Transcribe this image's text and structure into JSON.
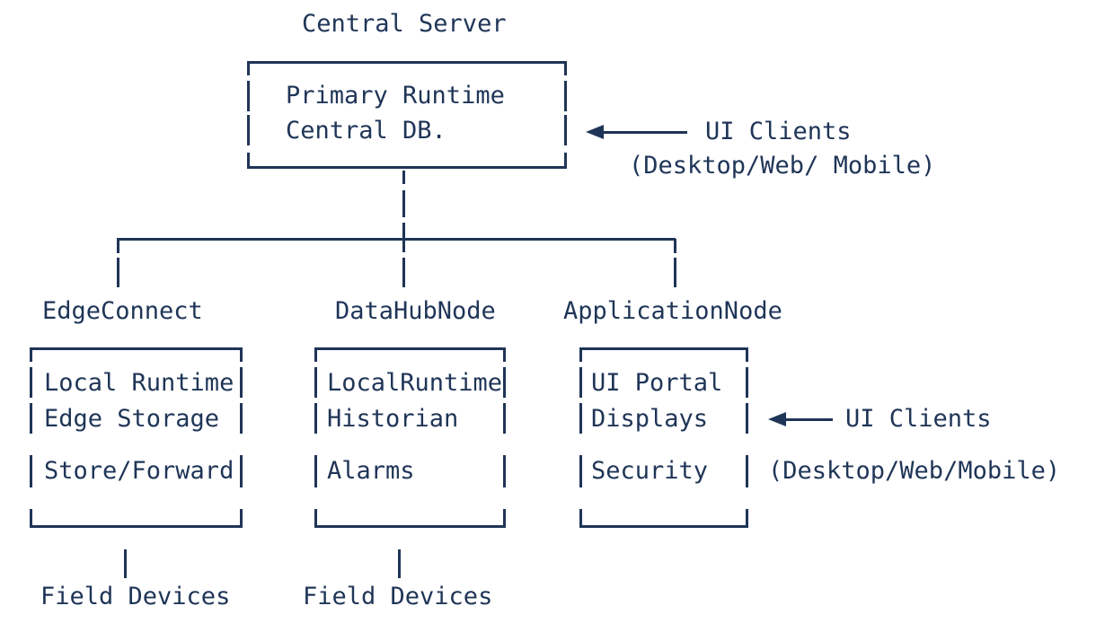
{
  "diagram": {
    "title": "Central Server",
    "central_server": {
      "line1": "Primary Runtime",
      "line2": "Central DB."
    },
    "ui_clients_top": {
      "arrow_icon": "left-arrow-icon",
      "label": "UI Clients",
      "sub": "(Desktop/Web/ Mobile)"
    },
    "nodes": [
      {
        "name": "EdgeConnect",
        "components": [
          "Local Runtime",
          "Edge Storage",
          "Store/Forward"
        ],
        "downstream": "Field Devices"
      },
      {
        "name": "DataHubNode",
        "components": [
          "LocalRuntime",
          "Historian",
          "Alarms"
        ],
        "downstream": "Field Devices"
      },
      {
        "name": "ApplicationNode",
        "components": [
          "UI Portal",
          "Displays",
          "Security"
        ]
      }
    ],
    "ui_clients_app": {
      "arrow_icon": "left-arrow-icon",
      "label": "UI Clients",
      "sub": "(Desktop/Web/Mobile)"
    },
    "colors": {
      "ink": "#1f3557",
      "background": "#ffffff"
    }
  }
}
